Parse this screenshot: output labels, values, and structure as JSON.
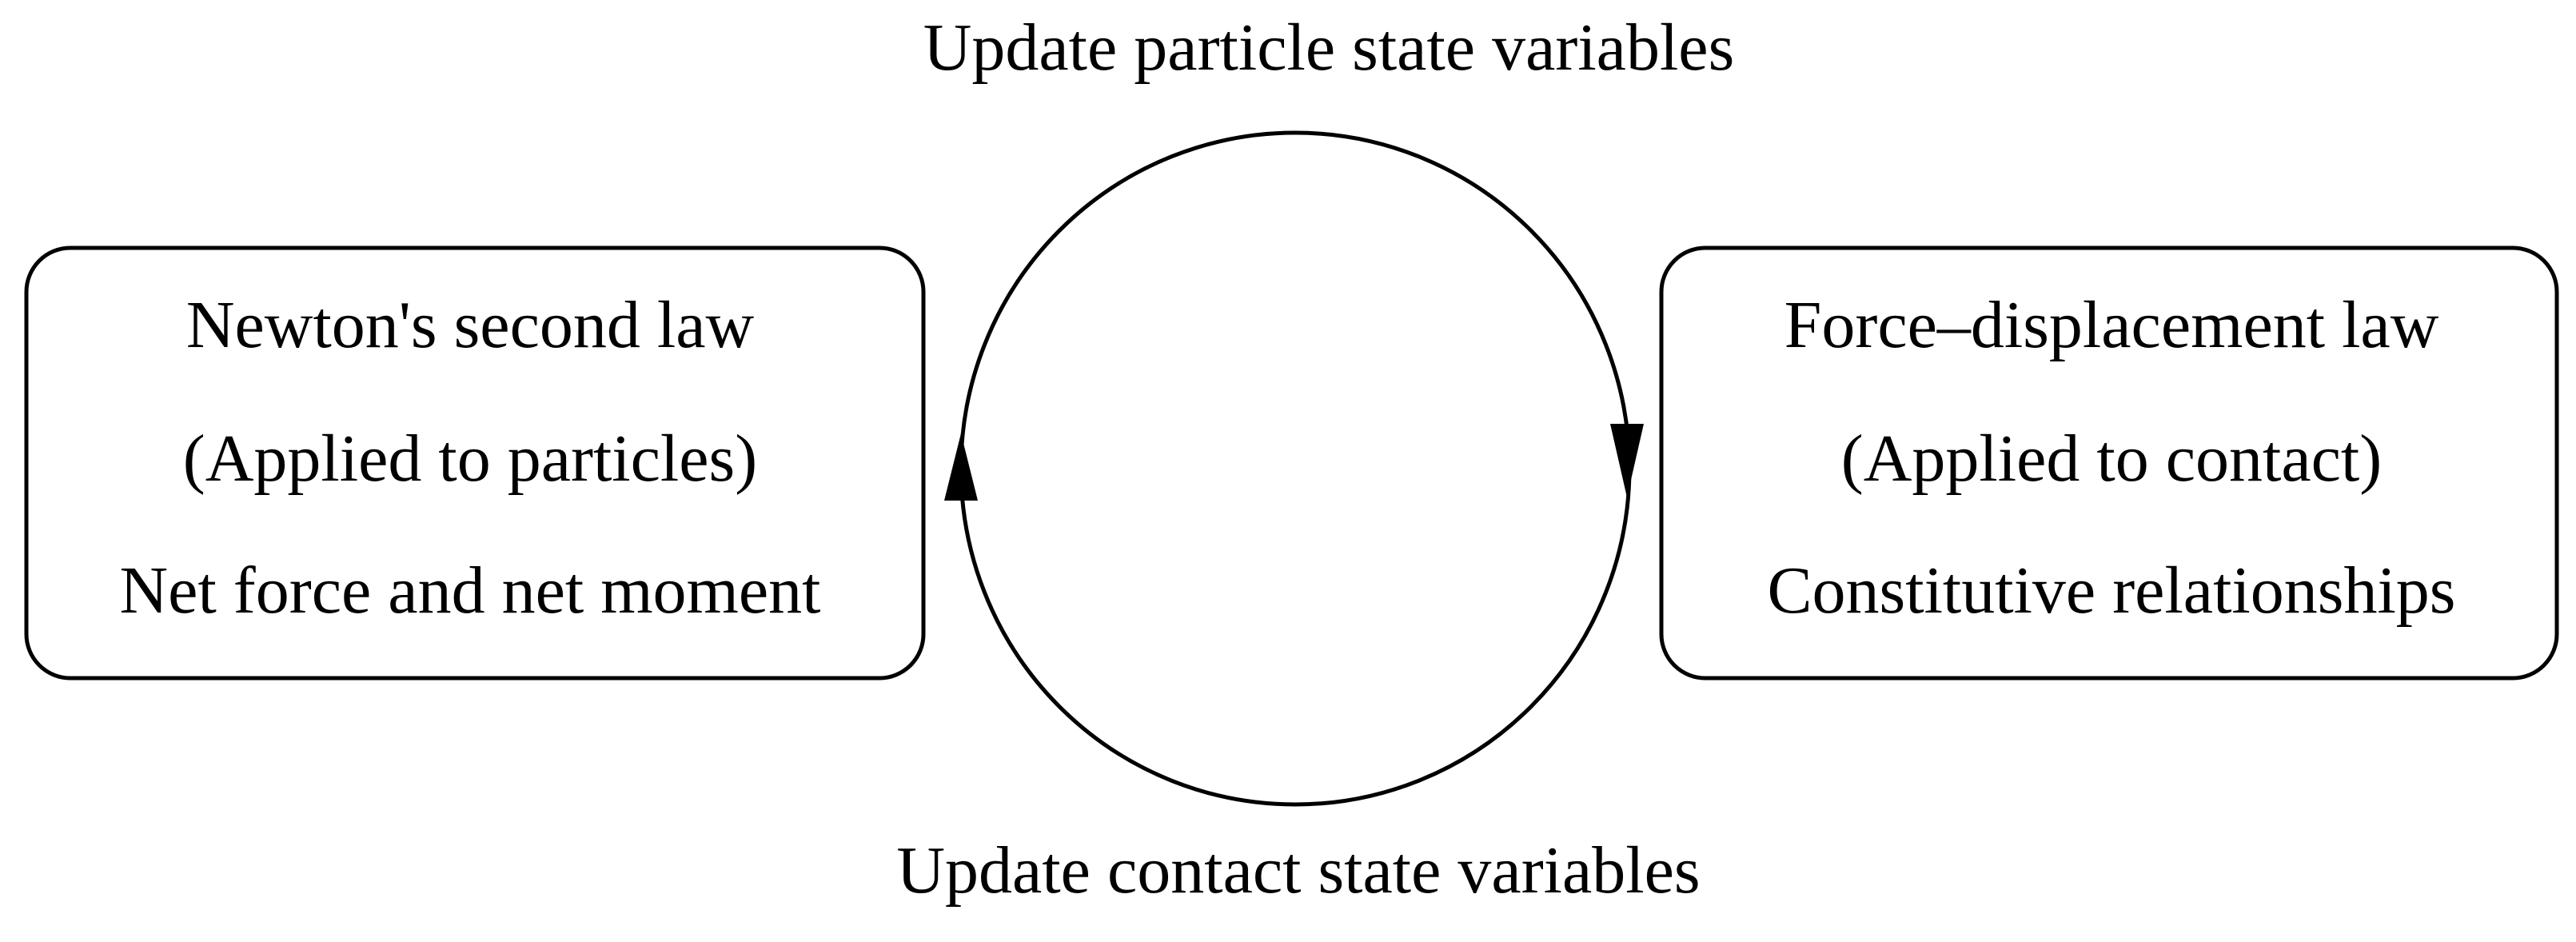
{
  "top_label": "Update particle state variables",
  "bottom_label": "Update contact state variables",
  "left_box": {
    "lines": [
      "Newton's second law",
      "(Applied to particles)",
      "Net force and net moment"
    ]
  },
  "right_box": {
    "lines": [
      "Force–displacement law",
      "(Applied to contact)",
      "Constitutive relationships"
    ]
  },
  "colors": {
    "line": "#000000",
    "background": "#ffffff"
  }
}
